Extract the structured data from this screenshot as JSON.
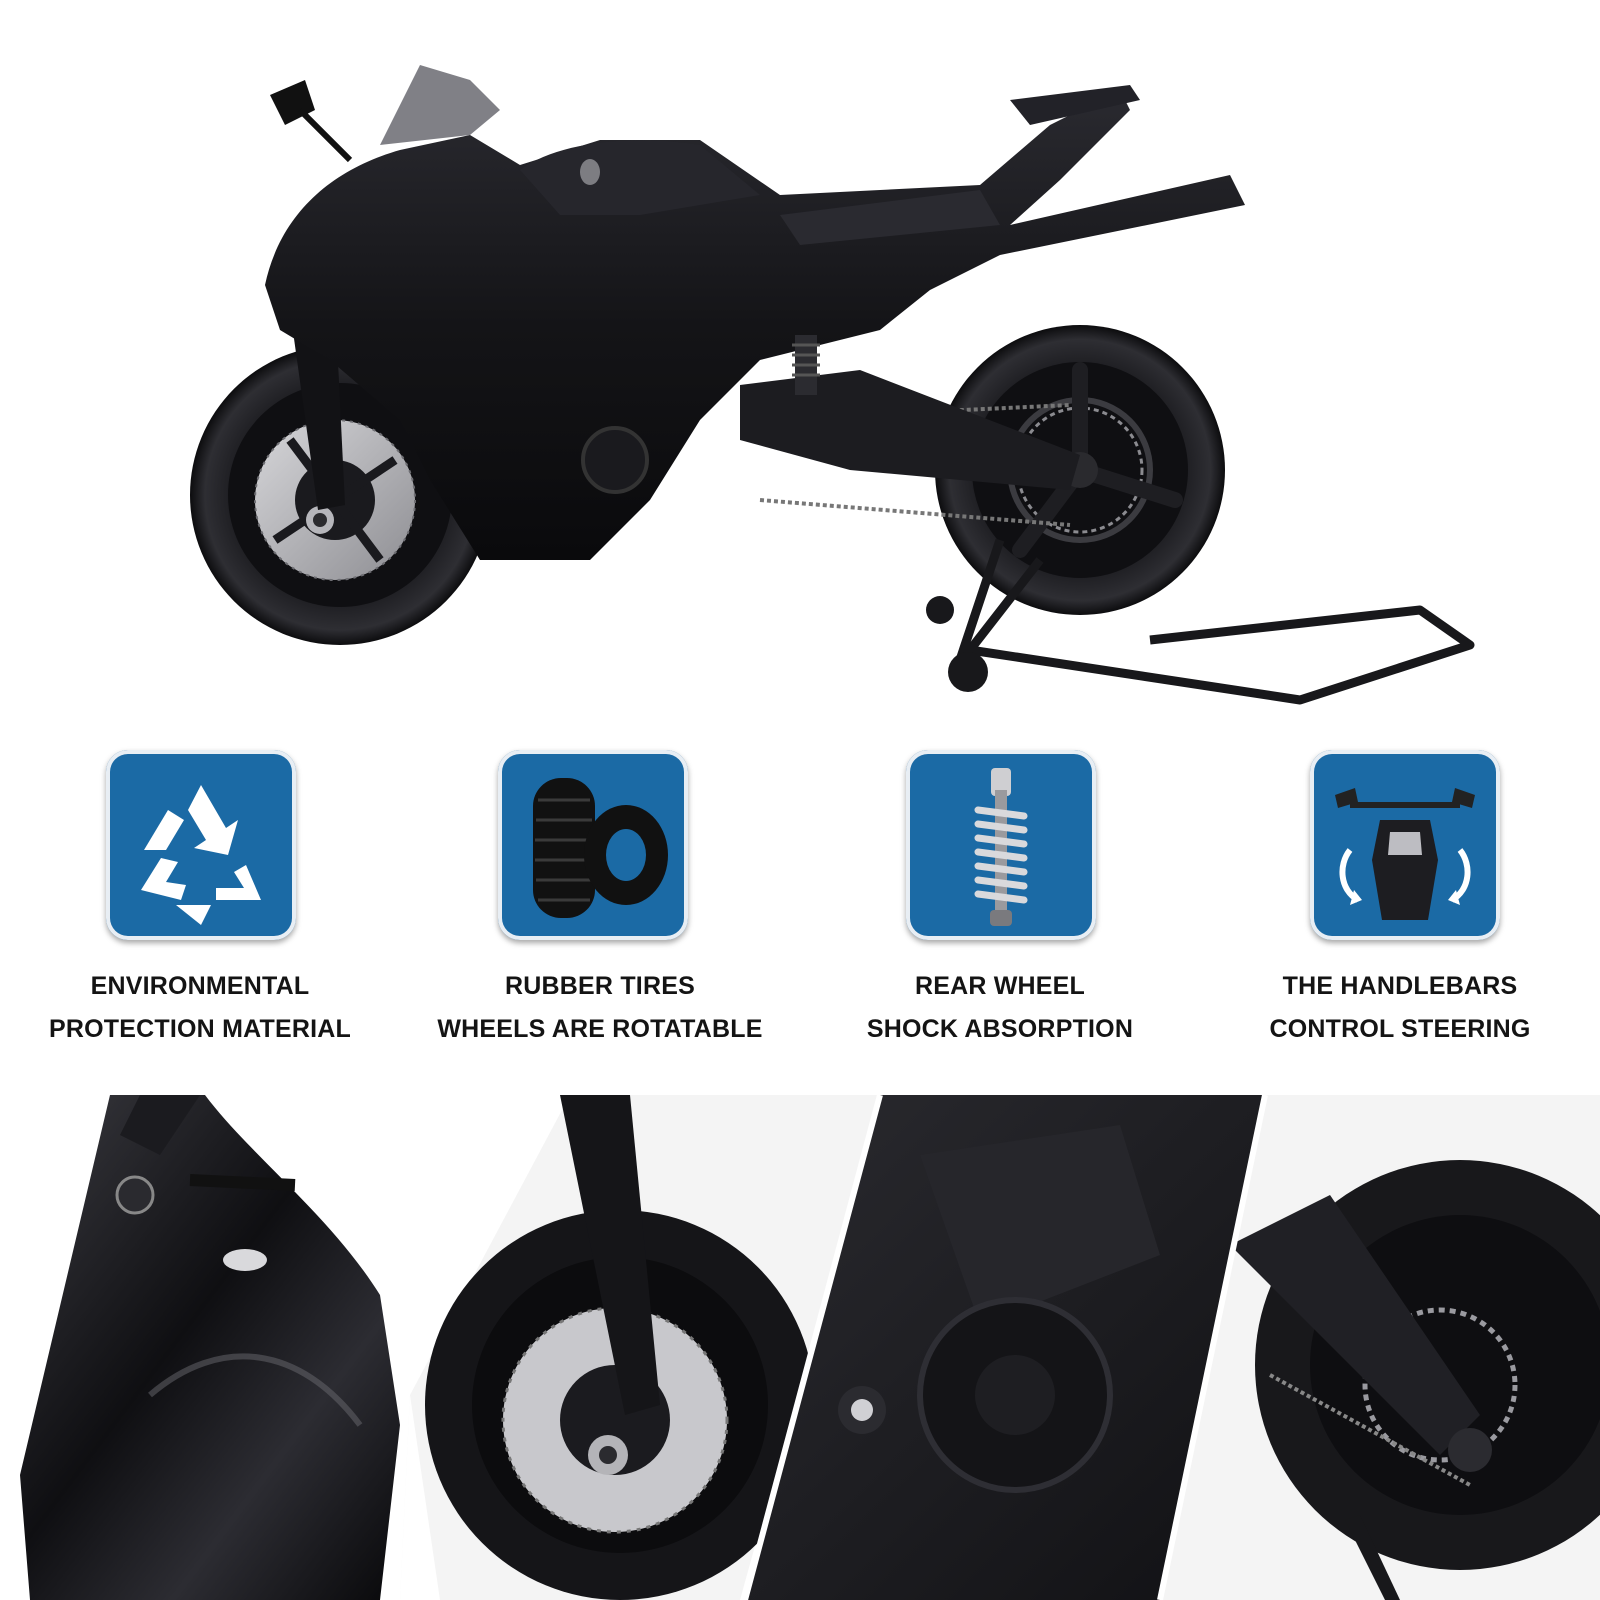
{
  "hero": {
    "subject": "black sport motorcycle model on rear paddock stand"
  },
  "features": [
    {
      "icon": "recycle-icon",
      "line1": "ENVIRONMENTAL",
      "line2": "PROTECTION MATERIAL"
    },
    {
      "icon": "tire-icon",
      "line1": "RUBBER TIRES",
      "line2": "WHEELS ARE ROTATABLE"
    },
    {
      "icon": "shock-absorber-icon",
      "line1": "REAR WHEEL",
      "line2": "SHOCK ABSORPTION"
    },
    {
      "icon": "handlebar-steering-icon",
      "line1": "THE HANDLEBARS",
      "line2": "CONTROL STEERING"
    }
  ],
  "colors": {
    "tile": "#1b6aa5",
    "caption": "#141414",
    "bike": "#151518"
  },
  "gallery": [
    {
      "view": "fuel-tank-closeup"
    },
    {
      "view": "front-wheel-closeup"
    },
    {
      "view": "engine-closeup"
    },
    {
      "view": "rear-wheel-closeup"
    }
  ]
}
